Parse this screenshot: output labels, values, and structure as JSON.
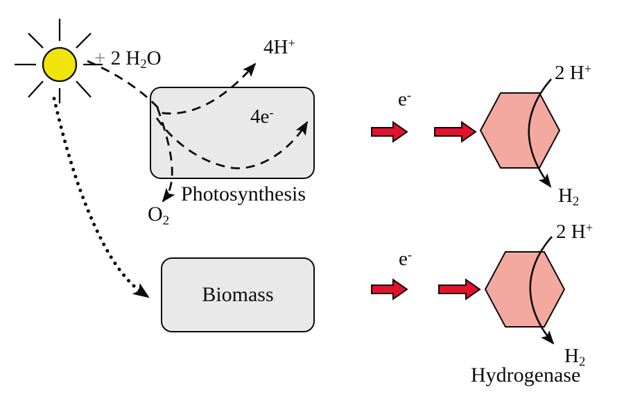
{
  "colors": {
    "sun_yellow": "#f1e40b",
    "box_gray": "#e9e9e9",
    "hexagon_salmon": "#f3a8a0",
    "arrow_red": "#e4112b",
    "line_black": "#0a0a0a",
    "plus_gray": "#7f7f7f"
  },
  "labels": {
    "water": {
      "plus": "+",
      "base": " 2 H",
      "sub": "2",
      "after": "O"
    },
    "protons_out": {
      "base": "4H",
      "sup": "+"
    },
    "electrons_out": {
      "base": "4e",
      "sup": "-"
    },
    "oxygen": {
      "base": "O",
      "sub": "2"
    },
    "photosynthesis": "Photosynthesis",
    "biomass": "Biomass",
    "electron_top": {
      "base": "e",
      "sup": "-"
    },
    "electron_bottom": {
      "base": "e",
      "sup": "-"
    },
    "protons_top": {
      "base": "2 H",
      "sup": "+"
    },
    "protons_bottom": {
      "base": "2 H",
      "sup": "+"
    },
    "h2_top": {
      "base": "H",
      "sub": "2"
    },
    "h2_bottom": {
      "base": "H",
      "sub": "2"
    },
    "hydrogenase": "Hydrogenase"
  }
}
